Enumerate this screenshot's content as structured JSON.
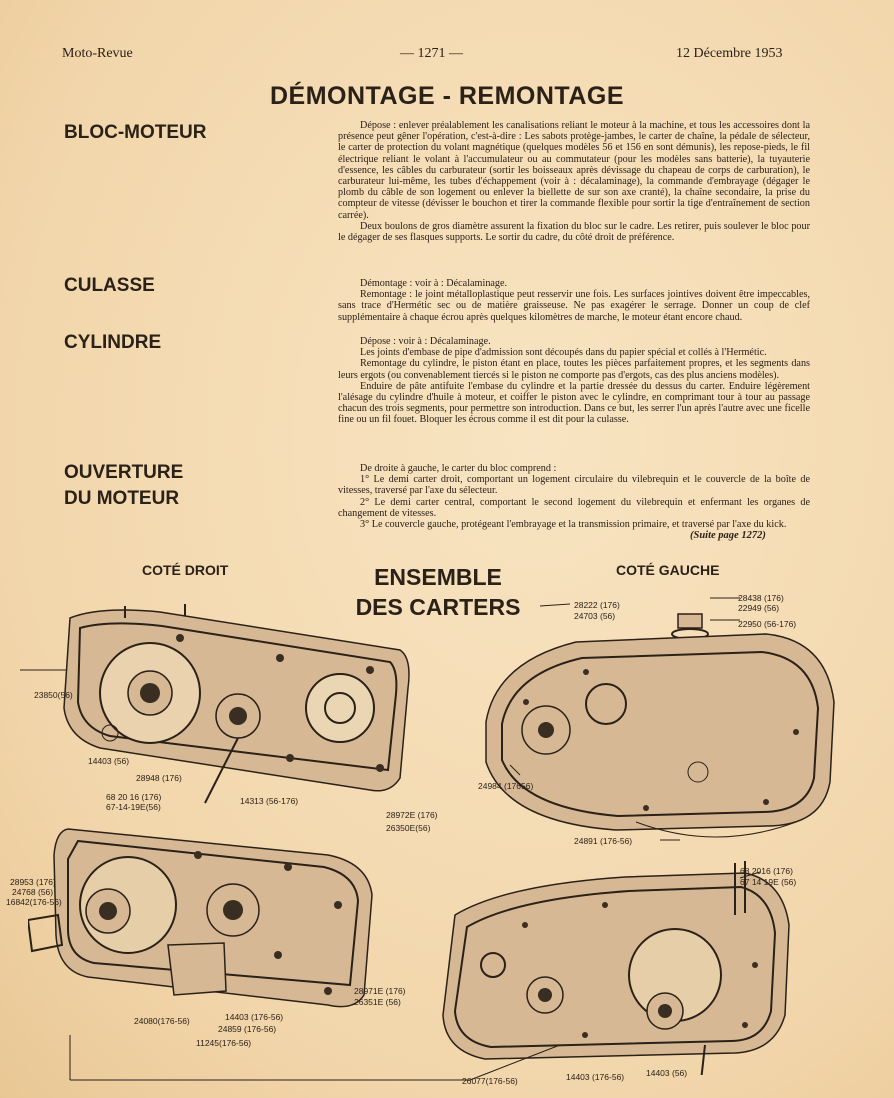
{
  "header": {
    "left": "Moto-Revue",
    "center": "— 1271 —",
    "right": "12 Décembre 1953"
  },
  "title": "DÉMONTAGE - REMONTAGE",
  "sections": {
    "bloc": {
      "heading": "BLOC-MOTEUR",
      "paragraphs": [
        "Dépose : enlever préalablement les canalisations reliant le moteur à la machine, et tous les accessoires dont la présence peut gêner l'opération, c'est-à-dire : Les sabots protège-jambes, le carter de chaîne, la pédale de sélecteur, le carter de protection du volant magnétique (quelques modèles 56 et 156 en sont démunis), les repose-pieds, le fil électrique reliant le volant à l'accumulateur ou au commutateur (pour les modèles sans batterie), la tuyauterie d'essence, les câbles du carburateur (sortir les boisseaux après dévissage du chapeau de corps de carburation), le carburateur lui-même, les tubes d'échappement (voir à : décalaminage), la commande d'embrayage (dégager le plomb du câble de son logement ou enlever la biellette de sur son axe cranté), la chaîne secondaire, la prise du compteur de vitesse (dévisser le bouchon et tirer la commande flexible pour sortir la tige d'entraînement de section carrée).",
        "Deux boulons de gros diamètre assurent la fixation du bloc sur le cadre. Les retirer, puis soulever le bloc pour le dégager de ses flasques supports. Le sortir du cadre, du côté droit de préférence."
      ]
    },
    "culasse": {
      "heading": "CULASSE",
      "paragraphs": [
        "Démontage : voir à : Décalaminage.",
        "Remontage : le joint métalloplastique peut resservir une fois. Les surfaces jointives doivent être impeccables, sans trace d'Hermétic sec ou de matière graisseuse. Ne pas exagérer le serrage. Donner un coup de clef supplémentaire à chaque écrou après quelques kilomètres de marche, le moteur étant encore chaud."
      ]
    },
    "cylindre": {
      "heading": "CYLINDRE",
      "paragraphs": [
        "Dépose : voir à : Décalaminage.",
        "Les joints d'embase de pipe d'admission sont découpés dans du papier spécial et collés à l'Hermétic.",
        "Remontage du cylindre, le piston étant en place, toutes les pièces parfaitement propres, et les segments dans leurs ergots (ou convenablement tiercés si le piston ne comporte pas d'ergots, cas des plus anciens modèles).",
        "Enduire de pâte antifuite l'embase du cylindre et la partie dressée du dessus du carter. Enduire légèrement l'alésage du cylindre d'huile à moteur, et coiffer le piston avec le cylindre, en comprimant tour à tour au passage chacun des trois segments, pour permettre son introduction. Dans ce but, les serrer l'un après l'autre avec une ficelle fine ou un fil fouet. Bloquer les écrous comme il est dit pour la culasse."
      ]
    },
    "ouverture": {
      "heading_1": "OUVERTURE",
      "heading_2": "DU MOTEUR",
      "paragraphs": [
        "De droite à gauche, le carter du bloc comprend :",
        "1° Le demi carter droit, comportant un logement circulaire du vilebrequin et le couvercle de la boîte de vitesses, traversé par l'axe du sélecteur.",
        "2° Le demi carter central, comportant le second logement du vilebrequin et enfermant les organes de changement de vitesses.",
        "3° Le couvercle gauche, protégeant l'embrayage et la transmission primaire, et traversé par l'axe du kick."
      ],
      "suite": "(Suite page 1272)"
    }
  },
  "figure": {
    "left_title": "COTÉ DROIT",
    "center_title_1": "ENSEMBLE",
    "center_title_2": "DES CARTERS",
    "right_title": "COTÉ GAUCHE",
    "labels": {
      "l23850": "23850(56)",
      "l14403a": "14403 (56)",
      "l28948": "28948 (176)",
      "l14313": "14313 (56-176)",
      "l28972": "28972E (176)",
      "l26350": "26350E(56)",
      "l682016a": "68 20 16 (176)",
      "l671419a": "67-14-19E(56)",
      "l28953": "28953 (176)",
      "l24768": "24768 (56)",
      "l16842": "16842(176-56)",
      "l28971": "28971E (176)",
      "l26351": "26351E (56)",
      "l14403b": "14403 (176-56)",
      "l24859": "24859 (176-56)",
      "l24080": "24080(176-56)",
      "l11245": "11245(176-56)",
      "l28222": "28222 (176)",
      "l24703": "24703 (56)",
      "l28438": "28438 (176)",
      "l22949": "22949 (56)",
      "l22950": "22950 (56-176)",
      "l24984": "24984 (17656)",
      "l24891": "24891 (176-56)",
      "l682016b": "68 2016 (176)",
      "l671419b": "67 14 19E (56)",
      "l26077": "26077(176-56)",
      "l14403c": "14403 (176-56)",
      "l14403d": "14403 (56)"
    }
  }
}
